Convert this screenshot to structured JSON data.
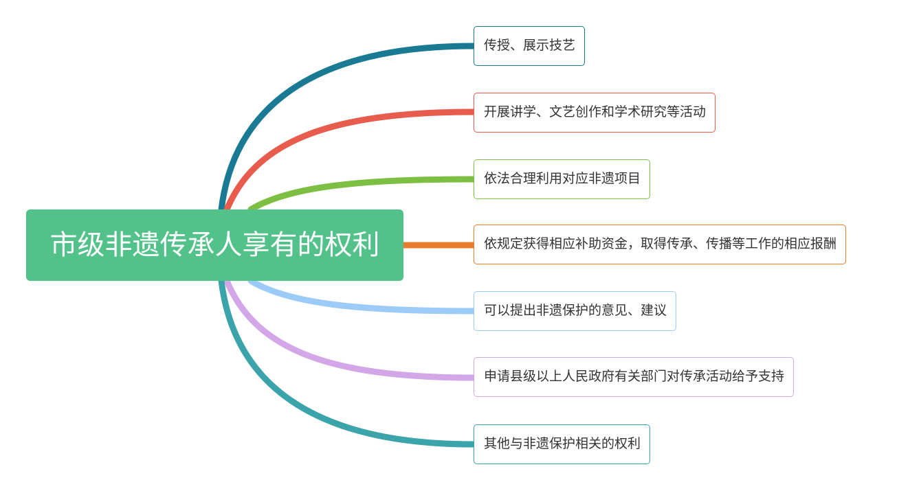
{
  "root": {
    "label": "市级非遗传承人享有的权利",
    "color": "#52c28a"
  },
  "branches": [
    {
      "label": "传授、展示技艺",
      "color": "#1a7a93"
    },
    {
      "label": "开展讲学、文艺创作和学术研究等活动",
      "color": "#e85c4d"
    },
    {
      "label": "依法合理利用对应非遗项目",
      "color": "#7dbf43"
    },
    {
      "label": "依规定获得相应补助资金，取得传承、传播等工作的相应报酬",
      "color": "#e87d2d"
    },
    {
      "label": "可以提出非遗保护的意见、建议",
      "color": "#9ccbf7"
    },
    {
      "label": "申请县级以上人民政府有关部门对传承活动给予支持",
      "color": "#d3a6e8"
    },
    {
      "label": "其他与非遗保护相关的权利",
      "color": "#3ba3aa"
    }
  ]
}
